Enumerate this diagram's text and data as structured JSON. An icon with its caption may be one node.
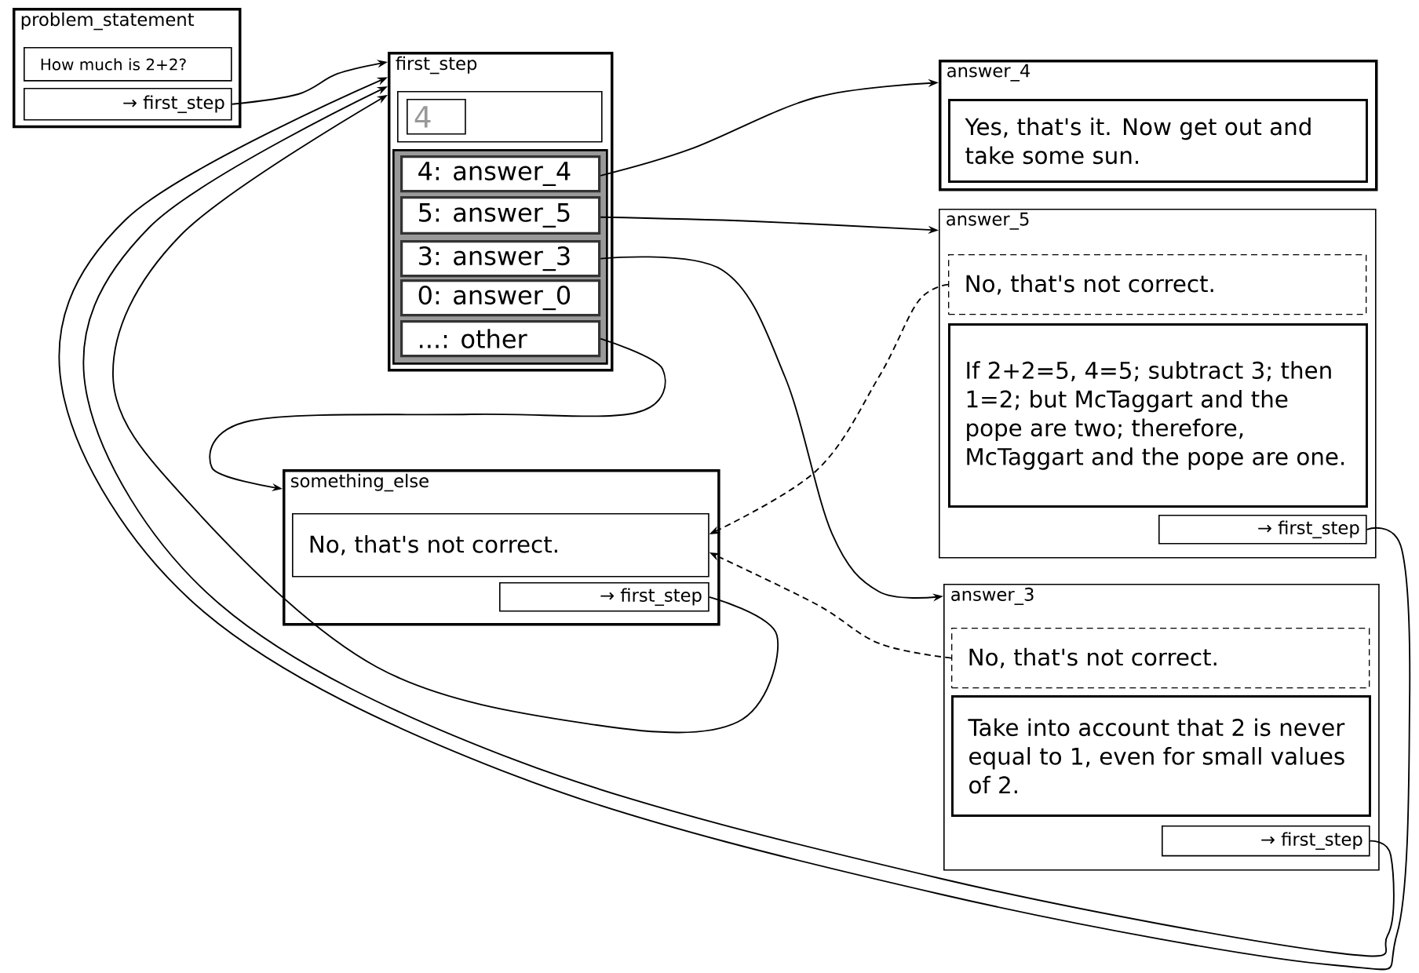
{
  "diagram": {
    "nodes": [
      {
        "text": [
          "problem_statement"
        ]
      },
      {
        "text": [
          "How much is 2+2?"
        ],
        "in": 0
      },
      {
        "text": [
          "→ first_step"
        ],
        "in": 0
      },
      {
        "text": [
          "first_step"
        ]
      },
      {
        "text": [],
        "shape": "box",
        "in": 3
      },
      {
        "text": [
          "4"
        ],
        "in": 4
      },
      {
        "text": [],
        "shape": "box",
        "in": 3
      },
      {
        "text": [
          "4: answer_4"
        ],
        "in": 6
      },
      {
        "text": [
          "5: answer_5"
        ],
        "in": 6
      },
      {
        "text": [
          "3: answer_3"
        ],
        "in": 6
      },
      {
        "text": [
          "0: answer_0"
        ],
        "in": 6
      },
      {
        "text": [
          "...: other"
        ],
        "in": 6
      },
      {
        "text": [
          "answer_4"
        ]
      },
      {
        "text": [
          "Yes, that's it. Now get out and take some sun."
        ],
        "in": 12
      },
      {
        "text": [
          "answer_5"
        ]
      },
      {
        "text": [
          "No, that's not correct."
        ],
        "in": 14
      },
      {
        "text": [
          "If 2+2=5, 4=5; subtract 3; then 1=2; but McTaggart and the pope are two; therefore, McTaggart and the pope are one."
        ],
        "in": 14
      },
      {
        "text": [
          "→ first_step"
        ],
        "in": 14
      },
      {
        "text": [
          "something_else"
        ]
      },
      {
        "text": [
          "No, that's not correct."
        ],
        "in": 18
      },
      {
        "text": [
          "→ first_step"
        ],
        "in": 18
      },
      {
        "text": [
          "answer_3"
        ]
      },
      {
        "text": [
          "No, that's not correct."
        ],
        "in": 21
      },
      {
        "text": [
          "Take into account that 2 is never equal to 1, even for small values of 2."
        ],
        "in": 21
      },
      {
        "text": [
          "→ first_step"
        ],
        "in": 21
      }
    ],
    "edges": [
      {
        "from": 2,
        "to": 3,
        "arrow": "to"
      },
      {
        "from": 7,
        "to": 12,
        "arrow": "to"
      },
      {
        "from": 8,
        "to": 14,
        "arrow": "to"
      },
      {
        "from": 9,
        "to": 21,
        "arrow": "to"
      },
      {
        "from": 11,
        "to": 18,
        "arrow": "to"
      },
      {
        "from": 20,
        "to": 3,
        "arrow": "to"
      },
      {
        "from": 17,
        "to": 3,
        "arrow": "to"
      },
      {
        "from": 24,
        "to": 3,
        "arrow": "to"
      },
      {
        "from": 15,
        "to": 19,
        "arrow": "to",
        "style": "dashed"
      },
      {
        "from": 22,
        "to": 19,
        "arrow": "to",
        "style": "dashed"
      }
    ]
  }
}
